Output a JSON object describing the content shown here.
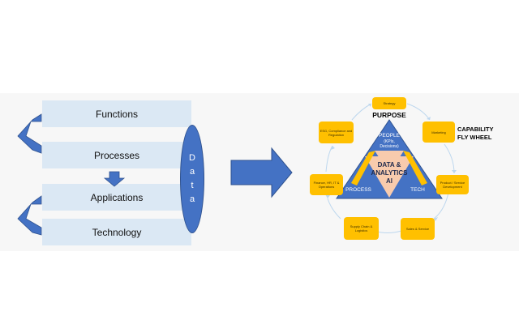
{
  "stack": {
    "layers": [
      "Functions",
      "Processes",
      "Applications",
      "Technology"
    ],
    "data_letters": [
      "D",
      "a",
      "t",
      "a"
    ]
  },
  "flywheel": {
    "triangle": {
      "top": "PURPOSE",
      "people": [
        "PEOPLE",
        "(KPIs,",
        "Decisions)"
      ],
      "center": [
        "DATA &",
        "ANALYTICS",
        "AI"
      ],
      "left": "PROCESS",
      "right": "TECH"
    },
    "nodes": [
      "Strategy",
      "Marketing",
      "Product / Service Development",
      "Sales & Service",
      "Supply Chain & Logistics",
      "Finance, HR, IT & Operations",
      "ESG, Compliance and Regulation"
    ],
    "caption": [
      "CAPABILITY",
      "FLY WHEEL"
    ]
  },
  "colors": {
    "layer_fill": "#dbe8f4",
    "accent_blue": "#4472c4",
    "node_gold": "#ffc000",
    "center_peach": "#f8cbad",
    "flywheel_arrow": "#bdd7ee"
  }
}
